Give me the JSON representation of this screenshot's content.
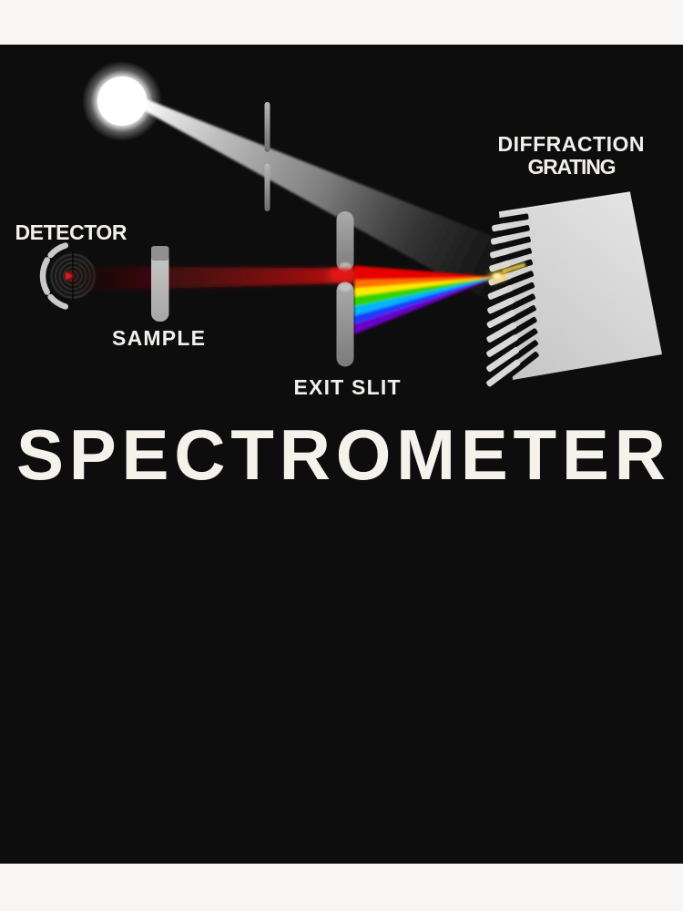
{
  "poster": {
    "matte_color": "#f7f6f5",
    "background_color": "#0e0d0d",
    "title": {
      "text": "SPECTROMETER",
      "color": "#f5f2ec"
    },
    "labels": {
      "detector": "DETECTOR",
      "sample": "SAMPLE",
      "exit_slit": "EXIT SLIT",
      "diffraction_grating": [
        "DIFFRACTION",
        "GRATING"
      ],
      "color": "#f2f0ea"
    },
    "colors": {
      "light_source_white": "#ffffff",
      "beam_gray": "#c9c9c9",
      "beam_red": "#c41414",
      "slit_gray": "#9a9a9a",
      "grating_gray": "#d9d9d9",
      "detector_ring_gray": "#2d2d2d",
      "detector_center_red": "#e01818",
      "glint_yellow": "#ffd34d",
      "rainbow": [
        "#e80000",
        "#ff7300",
        "#ffea00",
        "#2fd400",
        "#00b4ff",
        "#1e3cff",
        "#6a00c8"
      ]
    }
  }
}
